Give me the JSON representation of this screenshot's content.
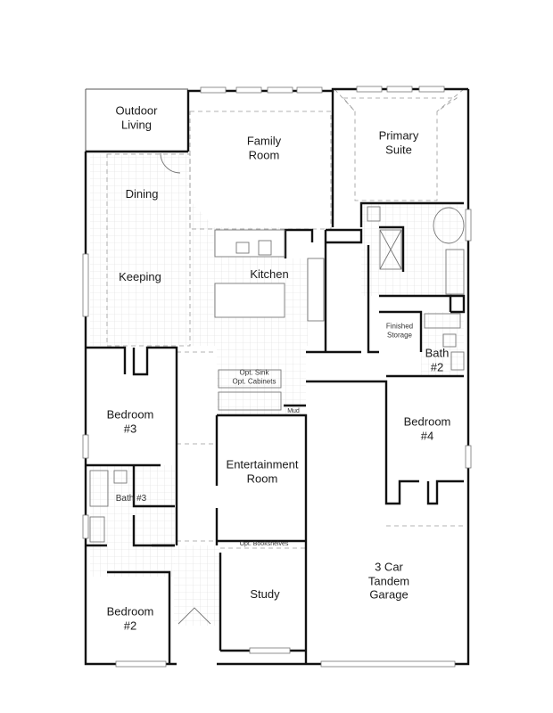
{
  "rooms": {
    "outdoor_living": "Outdoor\nLiving",
    "family_room": "Family\nRoom",
    "primary_suite": "Primary\nSuite",
    "dining": "Dining",
    "keeping": "Keeping",
    "kitchen": "Kitchen",
    "finished_storage": "Finished\nStorage",
    "bath_2": "Bath\n#2",
    "opt_sink_cabinets": "Opt. Sink\nOpt. Cabinets",
    "mud": "Mud",
    "bedroom_3": "Bedroom\n#3",
    "bedroom_4": "Bedroom\n#4",
    "entertainment_room": "Entertainment\nRoom",
    "bath_3": "Bath #3",
    "opt_bookshelves": "Opt. Bookshelves",
    "garage": "3 Car\nTandem\nGarage",
    "study": "Study",
    "bedroom_2": "Bedroom\n#2"
  },
  "colors": {
    "wall": "#111111",
    "grid": "#dcdcdc",
    "dash": "#9a9a9a",
    "fixture": "#777777"
  }
}
